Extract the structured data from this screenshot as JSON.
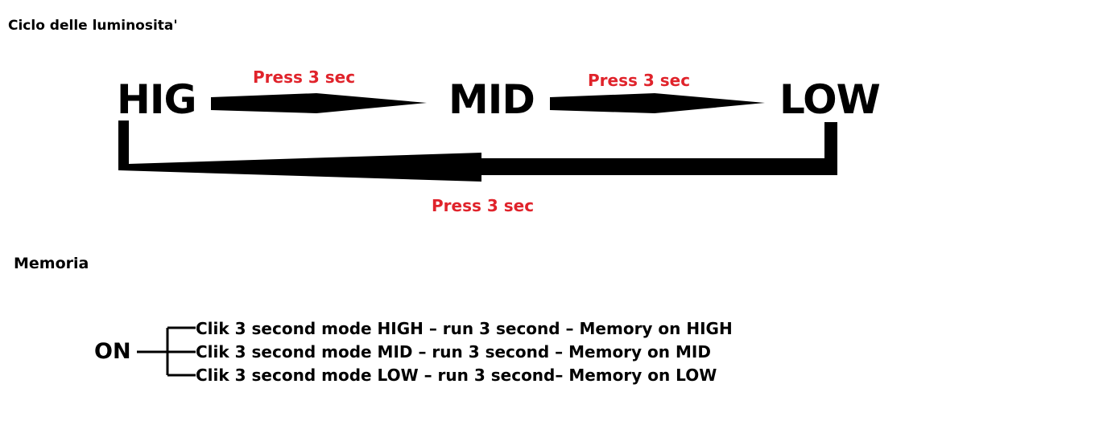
{
  "title": "Ciclo delle luminosita'",
  "states": {
    "high": "HIG",
    "mid": "MID",
    "low": "LOW"
  },
  "transitions": {
    "high_to_mid": "Press 3 sec",
    "mid_to_low": "Press 3 sec",
    "low_to_high": "Press 3 sec"
  },
  "memory": {
    "heading": "Memoria",
    "trigger": "ON",
    "lines": [
      "Clik 3 second mode HIGH – run 3 second – Memory on HIGH",
      "Clik 3 second mode MID – run 3 second – Memory on MID",
      "Clik 3 second mode LOW – run 3 second– Memory on LOW"
    ]
  },
  "colors": {
    "label": "#e0232b",
    "ink": "#000000"
  }
}
